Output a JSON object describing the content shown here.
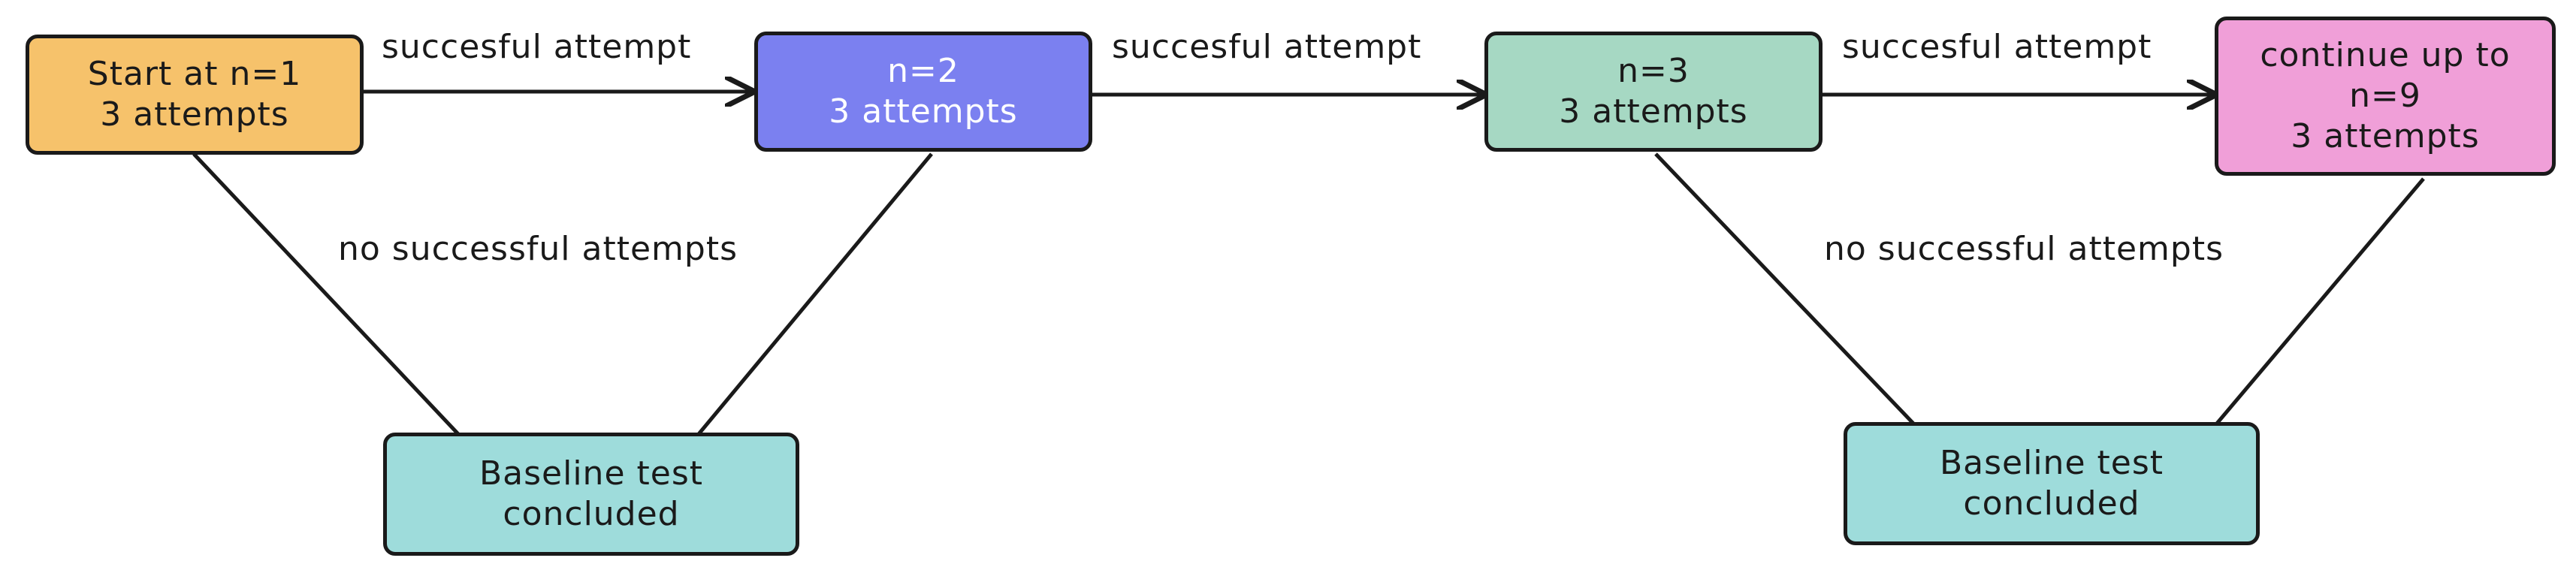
{
  "nodes": {
    "start": {
      "lines": [
        "Start at n=1",
        "3 attempts"
      ],
      "fill": "#f6c26b",
      "text_color": "#1a1a1a"
    },
    "n2": {
      "lines": [
        "n=2",
        "3 attempts"
      ],
      "fill": "#7b80f0",
      "text_color": "#ffffff"
    },
    "n3": {
      "lines": [
        "n=3",
        "3 attempts"
      ],
      "fill": "#a6d8c3",
      "text_color": "#1a1a1a"
    },
    "n9": {
      "lines": [
        "continue up to",
        "n=9",
        "3 attempts"
      ],
      "fill": "#f09fd8",
      "text_color": "#1a1a1a"
    },
    "baseline_left": {
      "lines": [
        "Baseline test",
        "concluded"
      ],
      "fill": "#9edcdb",
      "text_color": "#1a1a1a"
    },
    "baseline_right": {
      "lines": [
        "Baseline test",
        "concluded"
      ],
      "fill": "#9edcdb",
      "text_color": "#1a1a1a"
    }
  },
  "edge_labels": {
    "success_1": "succesful attempt",
    "success_2": "succesful attempt",
    "success_3": "succesful attempt",
    "fail_left": "no successful attempts",
    "fail_right": "no successful attempts"
  },
  "colors": {
    "stroke": "#1a1a1a"
  }
}
